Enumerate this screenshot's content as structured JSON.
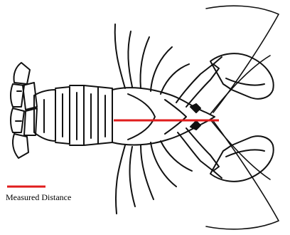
{
  "diagram": {
    "subject": "lobster",
    "orientation": "dorsal view, head facing right",
    "measurement": {
      "color": "#e01c1c",
      "from": "rear of carapace",
      "to": "eye socket / rostrum base"
    },
    "legend": {
      "label": "Measured Distance",
      "swatch_color": "#e01c1c"
    },
    "line_color": "#111111"
  }
}
